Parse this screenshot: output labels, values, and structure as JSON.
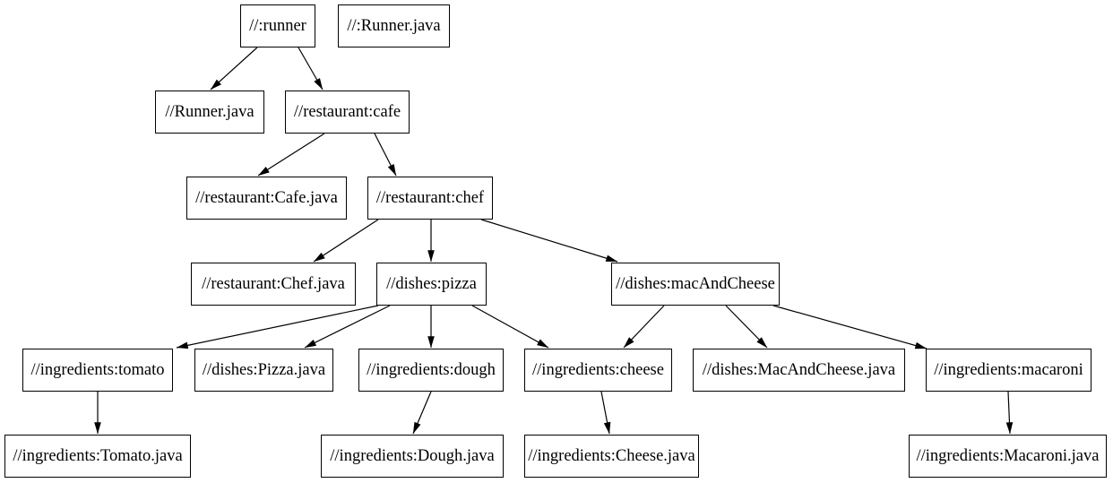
{
  "diagram": {
    "type": "dependency-graph",
    "colors": {
      "background": "#ffffff",
      "node_fill": "#ffffff",
      "node_border": "#000000",
      "edge": "#000000",
      "text": "#000000"
    },
    "nodes": [
      {
        "id": "runner",
        "label": "//:runner"
      },
      {
        "id": "root-runner-java",
        "label": "//:Runner.java"
      },
      {
        "id": "runner-java",
        "label": "//Runner.java"
      },
      {
        "id": "cafe",
        "label": "//restaurant:cafe"
      },
      {
        "id": "cafe-java",
        "label": "//restaurant:Cafe.java"
      },
      {
        "id": "chef",
        "label": "//restaurant:chef"
      },
      {
        "id": "chef-java",
        "label": "//restaurant:Chef.java"
      },
      {
        "id": "pizza",
        "label": "//dishes:pizza"
      },
      {
        "id": "mac-and-cheese",
        "label": "//dishes:macAndCheese"
      },
      {
        "id": "tomato",
        "label": "//ingredients:tomato"
      },
      {
        "id": "pizza-java",
        "label": "//dishes:Pizza.java"
      },
      {
        "id": "dough",
        "label": "//ingredients:dough"
      },
      {
        "id": "cheese",
        "label": "//ingredients:cheese"
      },
      {
        "id": "mac-and-cheese-java",
        "label": "//dishes:MacAndCheese.java"
      },
      {
        "id": "macaroni",
        "label": "//ingredients:macaroni"
      },
      {
        "id": "tomato-java",
        "label": "//ingredients:Tomato.java"
      },
      {
        "id": "dough-java",
        "label": "//ingredients:Dough.java"
      },
      {
        "id": "cheese-java",
        "label": "//ingredients:Cheese.java"
      },
      {
        "id": "macaroni-java",
        "label": "//ingredients:Macaroni.java"
      }
    ],
    "edges": [
      {
        "from": "runner",
        "to": "runner-java"
      },
      {
        "from": "runner",
        "to": "cafe"
      },
      {
        "from": "cafe",
        "to": "cafe-java"
      },
      {
        "from": "cafe",
        "to": "chef"
      },
      {
        "from": "chef",
        "to": "chef-java"
      },
      {
        "from": "chef",
        "to": "pizza"
      },
      {
        "from": "chef",
        "to": "mac-and-cheese"
      },
      {
        "from": "pizza",
        "to": "tomato"
      },
      {
        "from": "pizza",
        "to": "pizza-java"
      },
      {
        "from": "pizza",
        "to": "dough"
      },
      {
        "from": "pizza",
        "to": "cheese"
      },
      {
        "from": "mac-and-cheese",
        "to": "cheese"
      },
      {
        "from": "mac-and-cheese",
        "to": "mac-and-cheese-java"
      },
      {
        "from": "mac-and-cheese",
        "to": "macaroni"
      },
      {
        "from": "tomato",
        "to": "tomato-java"
      },
      {
        "from": "dough",
        "to": "dough-java"
      },
      {
        "from": "cheese",
        "to": "cheese-java"
      },
      {
        "from": "macaroni",
        "to": "macaroni-java"
      }
    ]
  }
}
